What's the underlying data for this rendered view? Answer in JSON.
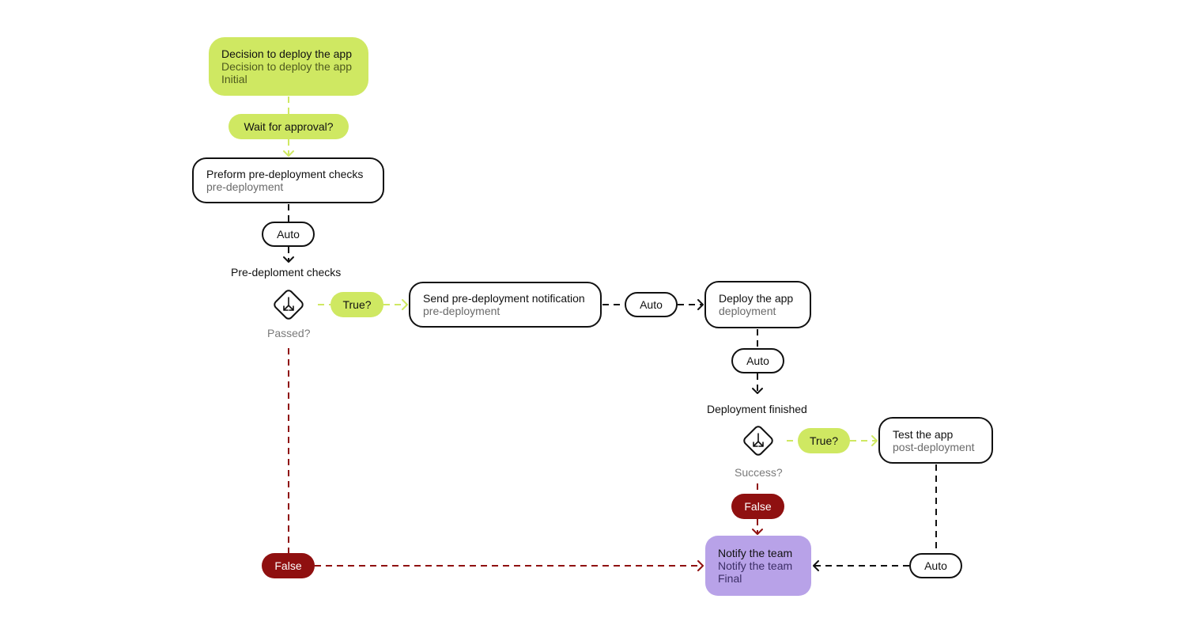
{
  "colors": {
    "initial": "#cfe862",
    "final": "#b8a2e8",
    "true_path": "#cfe862",
    "false_path": "#8f1010",
    "auto_path": "#111111"
  },
  "nodes": {
    "decision": {
      "title": "Decision to deploy the app",
      "subtitle": "Decision to deploy the app",
      "tag": "Initial"
    },
    "precheck": {
      "title": "Preform pre-deployment checks",
      "subtitle": "pre-deployment"
    },
    "notify_pre": {
      "title": "Send pre-deployment notification",
      "subtitle": "pre-deployment"
    },
    "deploy": {
      "title": "Deploy the app",
      "subtitle": "deployment"
    },
    "test": {
      "title": "Test the app",
      "subtitle": "post-deployment"
    },
    "notify_team": {
      "title": "Notify the team",
      "subtitle": "Notify the team",
      "tag": "Final"
    }
  },
  "transitions": {
    "wait": "Wait for approval?",
    "auto_1": "Auto",
    "true_1": "True?",
    "auto_2": "Auto",
    "auto_3": "Auto",
    "true_2": "True?",
    "false_2": "False",
    "false_1": "False",
    "auto_4": "Auto"
  },
  "decisions": {
    "prechecks": {
      "name": "Pre-deploment checks",
      "question": "Passed?",
      "icon": "split-arrow-icon"
    },
    "deploy_finished": {
      "name": "Deployment finished",
      "question": "Success?",
      "icon": "split-arrow-icon"
    }
  }
}
